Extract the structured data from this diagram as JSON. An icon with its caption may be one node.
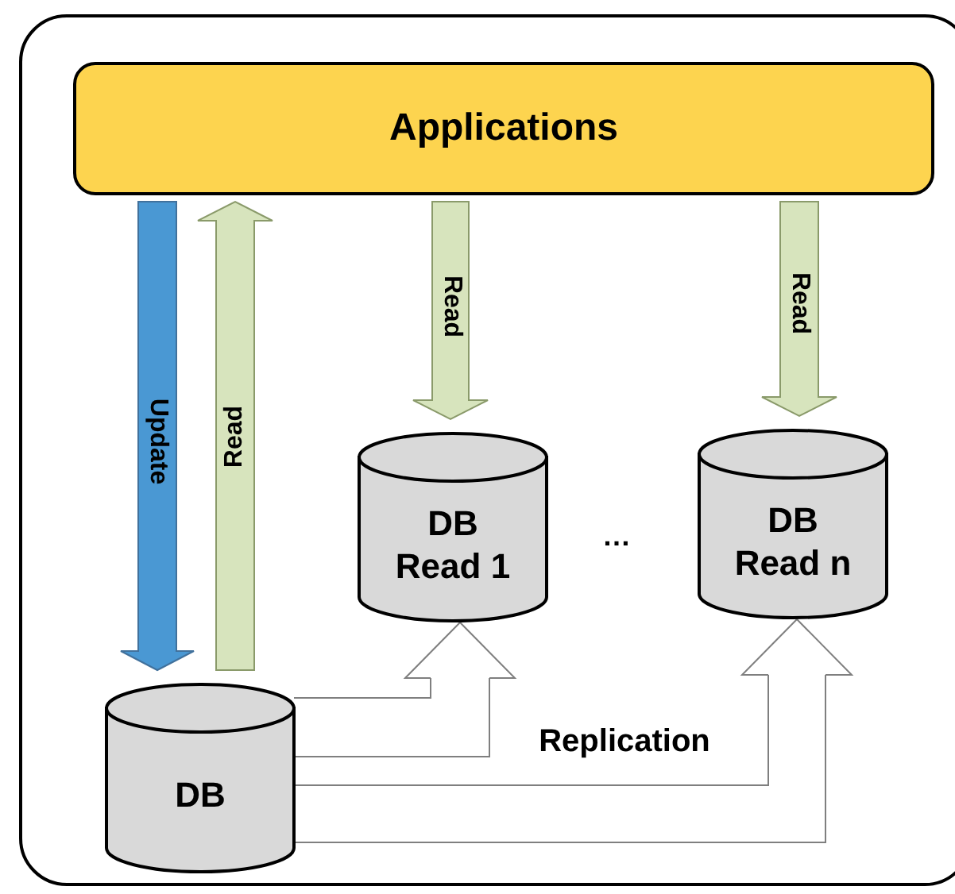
{
  "diagram": {
    "nodes": [
      {
        "text": [],
        "shape": "box"
      },
      {
        "text": [
          "Applications"
        ],
        "in": 0
      },
      {
        "text": [
          "DB Read 1"
        ],
        "in": 0
      },
      {
        "text": [
          "DB Read n"
        ],
        "in": 0
      },
      {
        "text": [
          "DB"
        ],
        "in": 0
      }
    ],
    "edges": [
      {
        "from": 1,
        "to": 4,
        "arrow": "to",
        "label": "Update",
        "color": "#4a98d3"
      },
      {
        "from": 4,
        "to": 1,
        "arrow": "to",
        "label": "Read"
      },
      {
        "from": 1,
        "to": 2,
        "arrow": "to",
        "label": "Read"
      },
      {
        "from": 1,
        "to": 3,
        "arrow": "to",
        "label": "Read"
      },
      {
        "from": 4,
        "to": 2,
        "arrow": "to",
        "color": "#7f7f7f"
      },
      {
        "from": 4,
        "to": 3,
        "arrow": "to",
        "color": "#7f7f7f"
      }
    ],
    "labels": [
      "…",
      "Replication"
    ]
  }
}
